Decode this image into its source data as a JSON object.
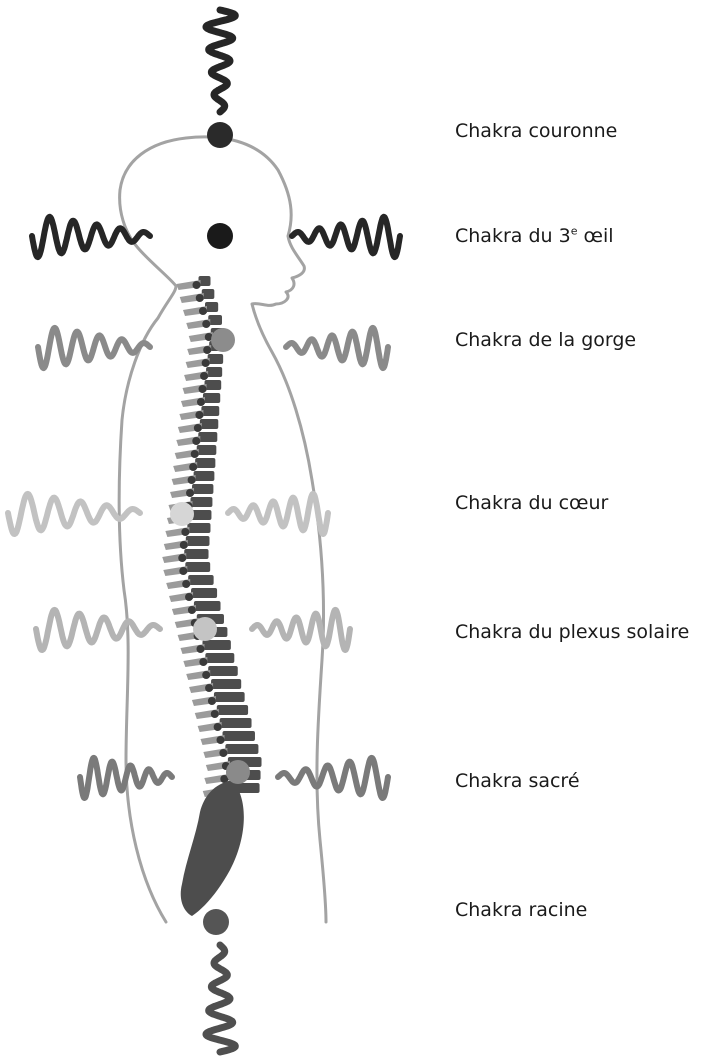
{
  "colors": {
    "outline": "#a3a3a3",
    "vertebrae": "#4d4d4d",
    "disc": "#8a8a8a",
    "process": "#9b9b9b",
    "shade_levels": [
      "#262626",
      "#262626",
      "#8a8a8a",
      "#c2c2c2",
      "#b4b4b4",
      "#7a7a7a",
      "#4f4f4f"
    ]
  },
  "chakras": [
    {
      "id": "crown",
      "label_pre": "Chakra couronne",
      "label_sup": "",
      "label_post": "",
      "color": "#2a2a2a"
    },
    {
      "id": "third-eye",
      "label_pre": "Chakra du 3",
      "label_sup": "e",
      "label_post": " œil",
      "color": "#1a1a1a"
    },
    {
      "id": "throat",
      "label_pre": "Chakra de la gorge",
      "label_sup": "",
      "label_post": "",
      "color": "#8c8c8c"
    },
    {
      "id": "heart",
      "label_pre": "Chakra du cœur",
      "label_sup": "",
      "label_post": "",
      "color": "#d6d6d6"
    },
    {
      "id": "solar-plexus",
      "label_pre": "Chakra du plexus solaire",
      "label_sup": "",
      "label_post": "",
      "color": "#c4c4c4"
    },
    {
      "id": "sacral",
      "label_pre": "Chakra sacré",
      "label_sup": "",
      "label_post": "",
      "color": "#8a8a8a"
    },
    {
      "id": "root",
      "label_pre": "Chakra racine",
      "label_sup": "",
      "label_post": "",
      "color": "#555555"
    }
  ]
}
